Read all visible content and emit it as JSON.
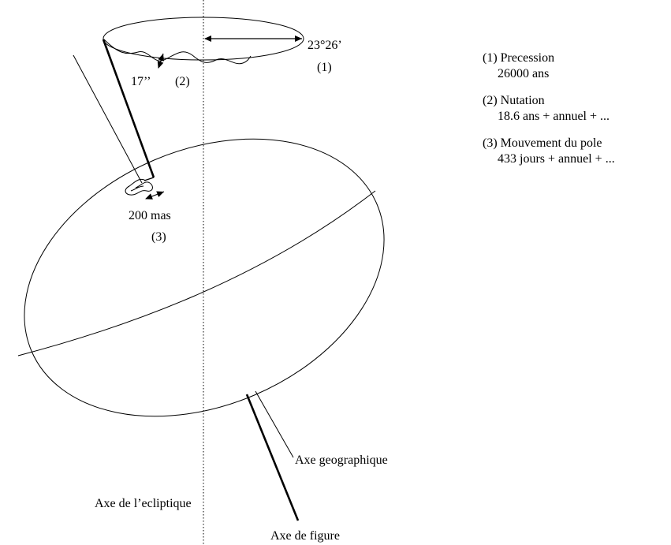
{
  "diagram": {
    "labels": {
      "precession_angle": "23°26’",
      "precession_index": "(1)",
      "nutation_amplitude": "17’’",
      "nutation_index": "(2)",
      "polar_motion_amplitude": "200 mas",
      "polar_motion_index": "(3)",
      "ecliptic_axis": "Axe de l’ecliptique",
      "geographic_axis": "Axe geographique",
      "figure_axis": "Axe de figure"
    }
  },
  "legend": {
    "items": [
      {
        "title": "(1) Precession",
        "detail": "26000 ans"
      },
      {
        "title": "(2) Nutation",
        "detail": "18.6 ans + annuel + ..."
      },
      {
        "title": "(3) Mouvement du pole",
        "detail": "433 jours + annuel + ..."
      }
    ]
  }
}
